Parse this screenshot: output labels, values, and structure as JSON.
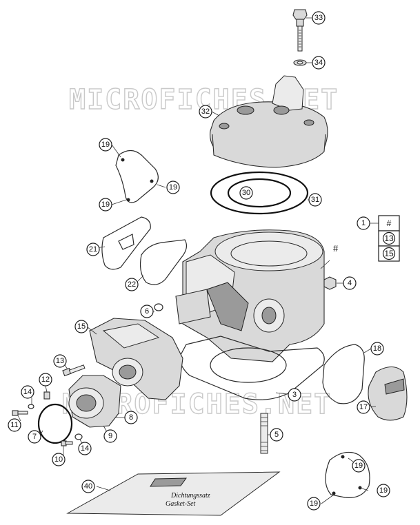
{
  "watermark": {
    "top": "MICROFICHES.NET",
    "bottom": "MICROFICHES.NET"
  },
  "callouts": {
    "c33": "33",
    "c34": "34",
    "c32": "32",
    "c19a": "19",
    "c19b": "19",
    "c19c": "19",
    "c30": "30",
    "c31": "31",
    "c21": "21",
    "c22": "22",
    "hash": "#",
    "c4": "4",
    "c6": "6",
    "c15": "15",
    "c18": "18",
    "c13": "13",
    "c12": "12",
    "c14a": "14",
    "c11": "11",
    "c7": "7",
    "c8": "8",
    "c9": "9",
    "c10": "10",
    "c14b": "14",
    "c3": "3",
    "c17": "17",
    "c5": "5",
    "c40": "40",
    "c19d": "19",
    "c19e": "19",
    "c19f": "19"
  },
  "kit_legend": {
    "item": "1",
    "rows": [
      "#",
      "13",
      "15"
    ]
  },
  "booklet": {
    "line1": "Dichtungssatz",
    "line2": "Gasket-Set"
  }
}
